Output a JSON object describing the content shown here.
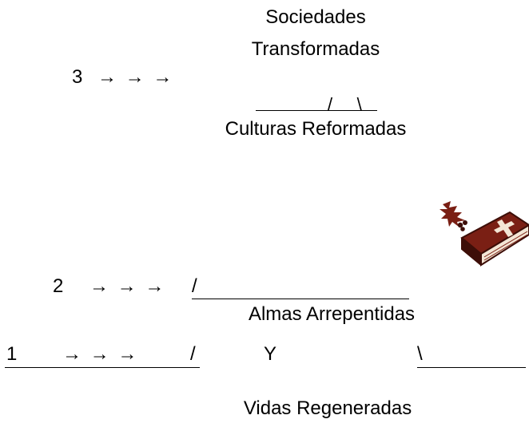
{
  "level3": {
    "number": "3",
    "arrows": "→ → →",
    "top_line1": "Sociedades",
    "top_line2": "Transformadas",
    "marks": "/     \\",
    "label": "Culturas Reformadas"
  },
  "level2": {
    "number": "2",
    "arrows": "→ → →",
    "slash": "/",
    "label": "Almas Arrepentidas"
  },
  "level1": {
    "number": "1",
    "arrows": "→ → →",
    "slash": "/",
    "y": "Y",
    "backslash": "\\",
    "label": "Vidas Regeneradas"
  },
  "icons": {
    "book": "bible-with-holly-icon"
  },
  "colors": {
    "book": "#7a1f14",
    "book_dark": "#3d0e08",
    "pages": "#f3e6d5"
  }
}
